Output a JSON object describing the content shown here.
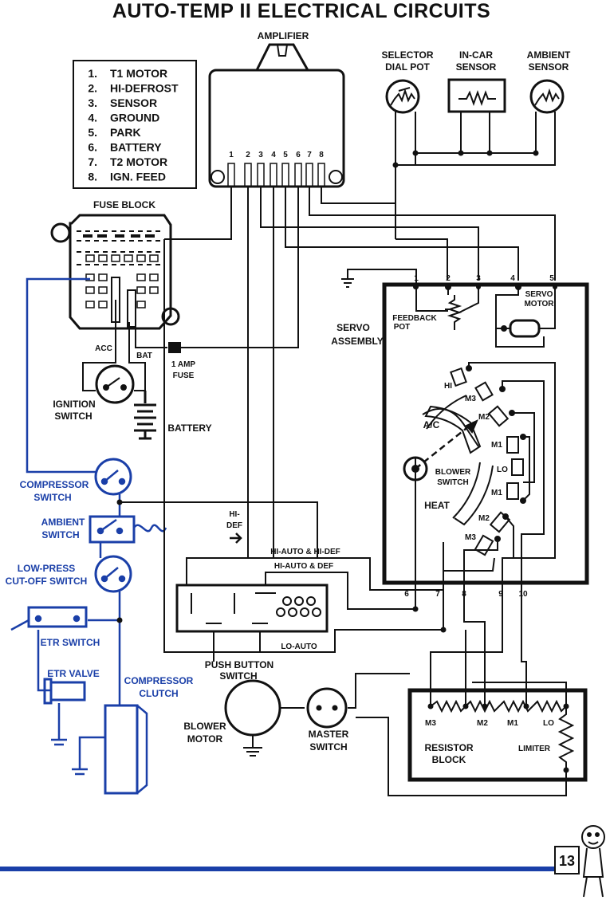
{
  "title": "AUTO-TEMP II ELECTRICAL CIRCUITS",
  "page_number": "13",
  "legend": [
    {
      "num": "1.",
      "label": "T1 MOTOR"
    },
    {
      "num": "2.",
      "label": "HI-DEFROST"
    },
    {
      "num": "3.",
      "label": "SENSOR"
    },
    {
      "num": "4.",
      "label": "GROUND"
    },
    {
      "num": "5.",
      "label": "PARK"
    },
    {
      "num": "6.",
      "label": "BATTERY"
    },
    {
      "num": "7.",
      "label": "T2 MOTOR"
    },
    {
      "num": "8.",
      "label": "IGN. FEED"
    }
  ],
  "amplifier": {
    "label": "AMPLIFIER",
    "pins": [
      "1",
      "2",
      "3",
      "4",
      "5",
      "6",
      "7",
      "8"
    ]
  },
  "sensors": {
    "selector_line1": "SELECTOR",
    "selector_line2": "DIAL POT",
    "incar_line1": "IN-CAR",
    "incar_line2": "SENSOR",
    "ambient_line1": "AMBIENT",
    "ambient_line2": "SENSOR"
  },
  "fuse_block": "FUSE BLOCK",
  "acc": "ACC",
  "bat": "BAT",
  "fuse_line1": "1 AMP",
  "fuse_line2": "FUSE",
  "ignition_line1": "IGNITION",
  "ignition_line2": "SWITCH",
  "battery": "BATTERY",
  "servo_line1": "SERVO",
  "servo_line2": "ASSEMBLY",
  "feedback_line1": "FEEDBACK",
  "feedback_line2": "POT",
  "servo_motor_line1": "SERVO",
  "servo_motor_line2": "MOTOR",
  "servo_terminals_top": [
    "1",
    "2",
    "3",
    "4",
    "5"
  ],
  "servo_terminals_bottom": [
    "6",
    "7",
    "8",
    "9",
    "10"
  ],
  "blower_switch": {
    "hi": "HI",
    "m3_top": "M3",
    "m2_top": "M2",
    "m1_top": "M1",
    "lo": "LO",
    "m1_bottom": "M1",
    "m2_bottom": "M2",
    "m3_bottom": "M3",
    "ac": "A/C",
    "heat": "HEAT",
    "label_line1": "BLOWER",
    "label_line2": "SWITCH"
  },
  "compressor_switch_line1": "COMPRESSOR",
  "compressor_switch_line2": "SWITCH",
  "ambient_switch_line1": "AMBIENT",
  "ambient_switch_line2": "SWITCH",
  "lowpress_line1": "LOW-PRESS",
  "lowpress_line2": "CUT-OFF SWITCH",
  "etr_switch": "ETR SWITCH",
  "etr_valve": "ETR VALVE",
  "clutch_line1": "COMPRESSOR",
  "clutch_line2": "CLUTCH",
  "hidef_line1": "HI-",
  "hidef_line2": "DEF",
  "hi_auto_hi_def": "HI-AUTO & HI-DEF",
  "hi_auto_def": "HI-AUTO & DEF",
  "lo_auto": "LO-AUTO",
  "push_button_line1": "PUSH BUTTON",
  "push_button_line2": "SWITCH",
  "blower_motor_line1": "BLOWER",
  "blower_motor_line2": "MOTOR",
  "master_line1": "MASTER",
  "master_line2": "SWITCH",
  "resistor_taps": [
    "M3",
    "M2",
    "M1",
    "LO"
  ],
  "resistor_line1": "RESISTOR",
  "resistor_line2": "BLOCK",
  "limiter": "LIMITER",
  "colors": {
    "black": "#111111",
    "blue": "#1a3fa8"
  }
}
